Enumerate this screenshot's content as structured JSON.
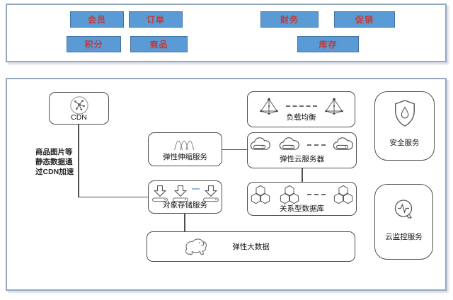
{
  "modules_panel": {
    "buttons": [
      {
        "id": "member",
        "label": "会员"
      },
      {
        "id": "order",
        "label": "订单"
      },
      {
        "id": "finance",
        "label": "财务"
      },
      {
        "id": "promotion",
        "label": "促销"
      },
      {
        "id": "points",
        "label": "积分"
      },
      {
        "id": "product",
        "label": "商品"
      },
      {
        "id": "inventory",
        "label": "库存"
      }
    ]
  },
  "architecture_panel": {
    "cdn_label": "CDN",
    "cdn_note": [
      "商品图片等",
      "静态数据通",
      "过CDN加速"
    ],
    "load_balancer_label": "负载均衡",
    "security_label": "安全服务",
    "scaling_label": "弹性伸缩服务",
    "ecs_label": "弹性云服务器",
    "obs_label": "对象存储服务",
    "rds_label": "关系型数据库",
    "bigdata_label": "弹性大数据",
    "monitor_label": "云监控服务"
  },
  "colors": {
    "button_fill": "#5b9bd5",
    "button_border": "#4173a6",
    "button_text": "#bf3c3c",
    "panel_border": "#94a8c2",
    "node_border": "#4f4f4f",
    "connector": "#4f4f4f",
    "obs_dash": "#8ab9e6"
  },
  "icons": {
    "cdn": "cdn-network-icon",
    "load_balancer": "load-balancer-pyramid-icon",
    "security": "shield-droplet-icon",
    "scaling": "elastic-waves-icon",
    "ecs": "cloud-server-icon",
    "obs": "download-arrow-bar-icon",
    "rds": "hexagon-cluster-icon",
    "bigdata": "hadoop-elephant-icon",
    "monitor": "pulse-monitor-icon"
  }
}
